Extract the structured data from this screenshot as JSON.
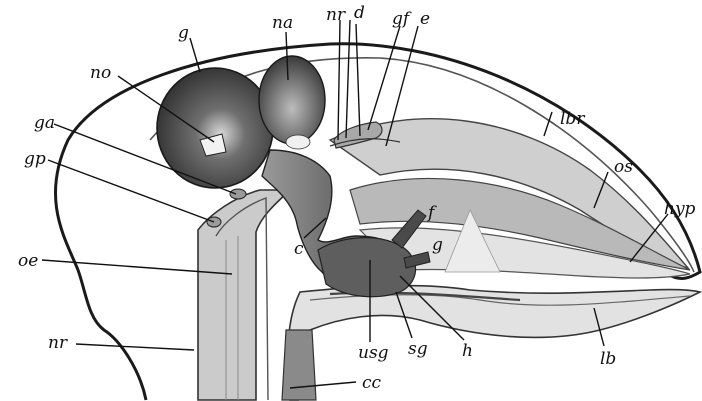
{
  "figure": {
    "labels": {
      "g": "g",
      "no": "no",
      "na": "na",
      "nr_top": "nr",
      "d": "d",
      "gf": "gf",
      "e": "e",
      "lbr": "lbr",
      "os": "os",
      "hyp": "hyp",
      "ga": "ga",
      "gp": "gp",
      "oe": "oe",
      "nr_left": "nr",
      "c": "c",
      "f": "f",
      "g_lower": "g",
      "usg": "usg",
      "sg": "sg",
      "h": "h",
      "lb": "lb",
      "cc": "cc"
    },
    "colors": {
      "ink": "#111111",
      "ganglion_dark": "#3e3e3e",
      "ganglion_mid": "#6a6a6a",
      "tissue_light": "#bdbdbd",
      "tissue_pale": "#dcdcdc",
      "paper": "#ffffff"
    }
  }
}
